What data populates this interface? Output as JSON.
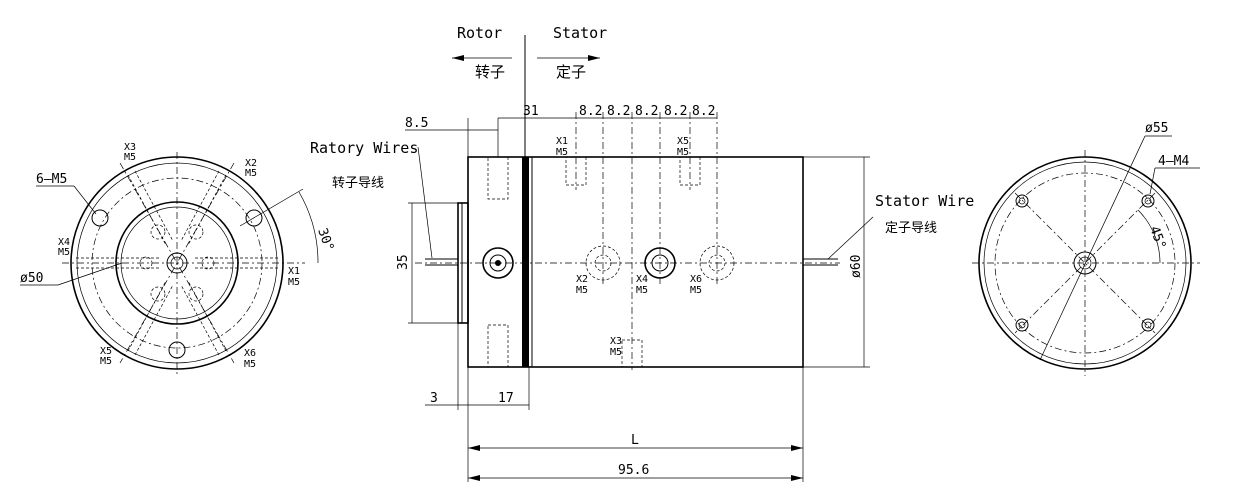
{
  "labels": {
    "rotor": "Rotor",
    "rotor_cn": "转子",
    "stator": "Stator",
    "stator_cn": "定子",
    "rotary_wires": "Ratory Wires",
    "rotary_wires_cn": "转子导线",
    "stator_wire": "Stator Wire",
    "stator_wire_cn": "定子导线"
  },
  "left_view": {
    "holes_label": "6–M5",
    "dia_label": "ø50",
    "angle_label": "30°",
    "ports": [
      {
        "id": "X3",
        "thread": "M5"
      },
      {
        "id": "X2",
        "thread": "M5"
      },
      {
        "id": "X4",
        "thread": "M5"
      },
      {
        "id": "X1",
        "thread": "M5"
      },
      {
        "id": "X5",
        "thread": "M5"
      },
      {
        "id": "X6",
        "thread": "M5"
      }
    ]
  },
  "side_view": {
    "dims": {
      "d_8_5": "8.5",
      "d_31": "31",
      "d_8_2": [
        "8.2",
        "8.2",
        "8.2",
        "8.2",
        "8.2"
      ],
      "d_35": "35",
      "d_60": "ø60",
      "d_3": "3",
      "d_17": "17",
      "d_L": "L",
      "d_95_6": "95.6"
    },
    "ports": [
      {
        "id": "X1",
        "thread": "M5"
      },
      {
        "id": "X5",
        "thread": "M5"
      },
      {
        "id": "X2",
        "thread": "M5"
      },
      {
        "id": "X4",
        "thread": "M5"
      },
      {
        "id": "X6",
        "thread": "M5"
      },
      {
        "id": "X3",
        "thread": "M5"
      }
    ]
  },
  "right_view": {
    "dia_label": "ø55",
    "holes_label": "4–M4",
    "angle_label": "45°"
  }
}
